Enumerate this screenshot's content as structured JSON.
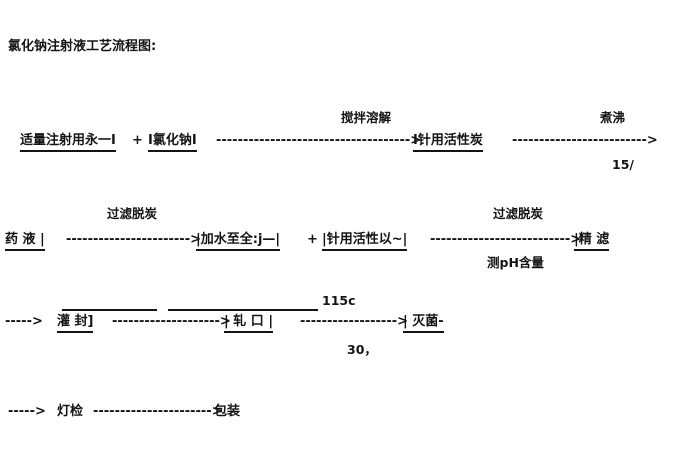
{
  "title": "氯化钠注射液工艺流程图:",
  "row1": {
    "node_water": "适量注射用永一I",
    "plus": "+",
    "node_nacl": "I氯化钠I",
    "arrow1": "------------------------------------>",
    "arrow1_label": "搅拌溶解",
    "node_carbon": "I针用活性炭",
    "arrow2": "------------------------->",
    "arrow2_label": "煮沸",
    "arrow2_below": "15/"
  },
  "row2": {
    "node_liquid": "药 液 |",
    "arrow1": "----------------------->",
    "arrow1_label": "过滤脱炭",
    "node_addwater": "|加水至全:j—|",
    "plus": "+",
    "node_carbon2": "|针用活性以~|",
    "arrow2": "-------------------------->",
    "arrow2_label": "过滤脱炭",
    "arrow2_below": "测pH含量",
    "node_fine": "|精 滤"
  },
  "row3": {
    "arrow0": "----->",
    "node_fill": "灌 封]",
    "arrow1": "-------------------->",
    "node_roll": "| 轧 口 |",
    "arrow2": "------------------>",
    "arrow2_label": "115c",
    "arrow2_below": "30，",
    "node_sterilize": "| 灭菌-"
  },
  "row4": {
    "arrow0": "----->",
    "node_inspect": "灯检",
    "arrow1": "---------------------->",
    "node_pack": "包装"
  }
}
